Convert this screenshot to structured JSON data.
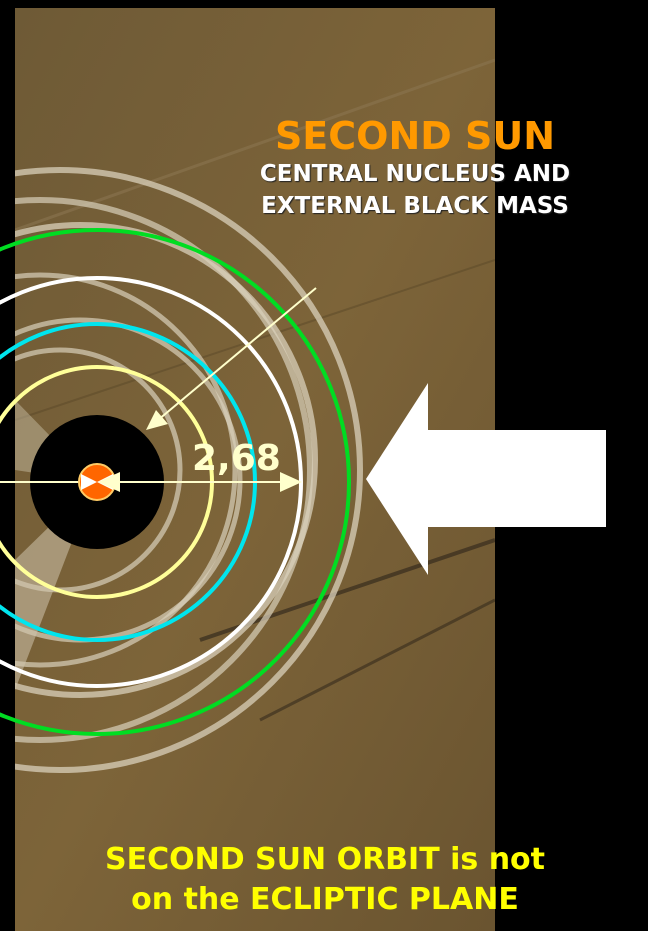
{
  "title": "SECOND SUN",
  "subtitle_lines": [
    "CENTRAL NUCLEUS AND",
    "EXTERNAL BLACK MASS"
  ],
  "distance_label": "2,68",
  "footer_lines": [
    "SECOND SUN ORBIT is not",
    "on the ECLIPTIC PLANE"
  ],
  "colors": {
    "background": "#000000",
    "field_photo": "#7a6238",
    "title": "#ff9900",
    "subtitle": "#ffffff",
    "footer": "#ffff00",
    "label": "#ffffcc",
    "ring_green": "#00dd22",
    "ring_white": "#ffffff",
    "ring_cyan": "#00e5ee",
    "ring_yellow": "#ffff99",
    "core": "#000000",
    "nucleus": "#ff6600",
    "arrow": "#ffffff"
  },
  "icons": {
    "nucleus": "hourglass-sun-symbol",
    "pointer": "left-arrow"
  }
}
